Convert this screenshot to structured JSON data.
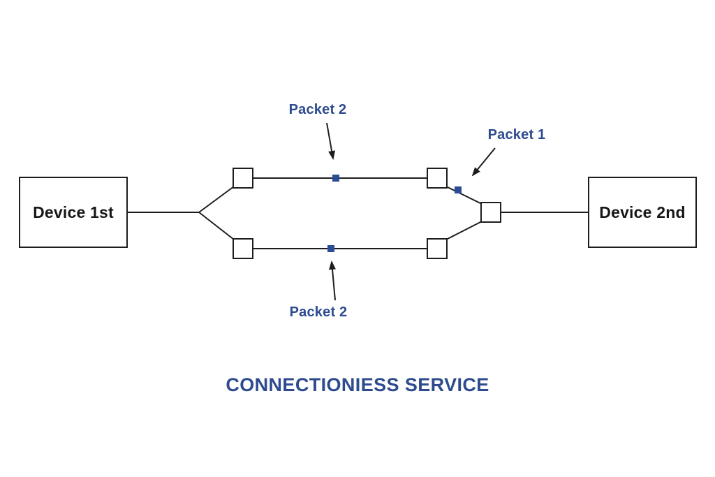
{
  "title": {
    "text": "CONNECTIONIESS SERVICE"
  },
  "devices": [
    {
      "label": "Device 1st"
    },
    {
      "label": "Device 2nd"
    }
  ],
  "packet_labels": {
    "top": "Packet 2",
    "right": "Packet 1",
    "bottom": "Packet 2"
  },
  "colors": {
    "accent_text": "#2d4b8e",
    "packet_fill": "#2b4d96",
    "line": "#1d1d1f",
    "node_fill": "#ffffff",
    "device_text": "#171717",
    "background": "#ffffff"
  }
}
